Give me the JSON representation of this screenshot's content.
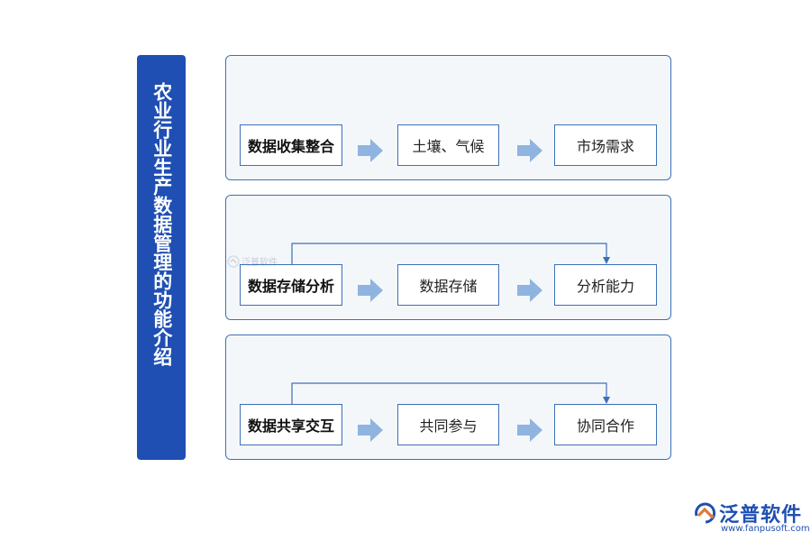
{
  "title": "农业行业生产数据管理的功能介绍",
  "rows": [
    {
      "main": "数据收集整合",
      "item1": "土壤、气候",
      "item2": "市场需求",
      "connector": false
    },
    {
      "main": "数据存储分析",
      "item1": "数据存储",
      "item2": "分析能力",
      "connector": true
    },
    {
      "main": "数据共享交互",
      "item1": "共同参与",
      "item2": "协同合作",
      "connector": true
    }
  ],
  "watermark": {
    "text": "泛普软件"
  },
  "brand": {
    "name": "泛普软件",
    "url": "www.fanpusoft.com"
  },
  "colors": {
    "accent": "#1f4fb3",
    "border": "#3d6fb8",
    "arrow": "#8fb4e0",
    "panel_bg": "#f4f7fa"
  },
  "icons": [
    "right-arrow-icon",
    "fanpu-logo-icon"
  ]
}
